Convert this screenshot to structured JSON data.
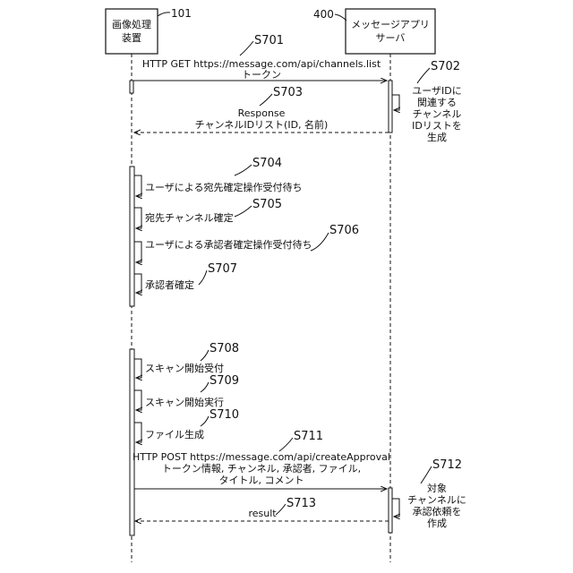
{
  "participants": {
    "device": {
      "ref": "101",
      "label_line1": "画像処理",
      "label_line2": "装置"
    },
    "server": {
      "ref": "400",
      "label_line1": "メッセージアプリ",
      "label_line2": "サーバ"
    }
  },
  "steps": {
    "s701": {
      "id": "S701",
      "line1": "HTTP GET https://message.com/api/channels.list",
      "line2": "トークン"
    },
    "s702": {
      "id": "S702",
      "lines": [
        "ユーザIDに",
        "関連する",
        "チャンネル",
        "IDリストを",
        "生成"
      ]
    },
    "s703": {
      "id": "S703",
      "line1": "Response",
      "line2": "チャンネルIDリスト(ID, 名前)"
    },
    "s704": {
      "id": "S704",
      "label": "ユーザによる宛先確定操作受付待ち"
    },
    "s705": {
      "id": "S705",
      "label": "宛先チャンネル確定"
    },
    "s706": {
      "id": "S706",
      "label": "ユーザによる承認者確定操作受付待ち"
    },
    "s707": {
      "id": "S707",
      "label": "承認者確定"
    },
    "s708": {
      "id": "S708",
      "label": "スキャン開始受付"
    },
    "s709": {
      "id": "S709",
      "label": "スキャン開始実行"
    },
    "s710": {
      "id": "S710",
      "label": "ファイル生成"
    },
    "s711": {
      "id": "S711",
      "line1": "HTTP POST https://message.com/api/createApproval",
      "line2": "トークン情報, チャンネル, 承認者, ファイル,",
      "line3": "タイトル, コメント"
    },
    "s712": {
      "id": "S712",
      "lines": [
        "対象",
        "チャンネルに",
        "承認依頼を",
        "作成"
      ]
    },
    "s713": {
      "id": "S713",
      "label": "result"
    }
  }
}
